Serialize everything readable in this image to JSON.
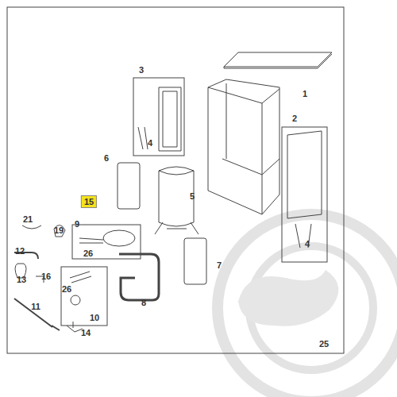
{
  "diagram": {
    "labels": [
      "1",
      "2",
      "3",
      "4",
      "4",
      "5",
      "6",
      "7",
      "8",
      "9",
      "10",
      "11",
      "12",
      "13",
      "14",
      "15",
      "16",
      "19",
      "21",
      "25",
      "26",
      "26"
    ]
  }
}
